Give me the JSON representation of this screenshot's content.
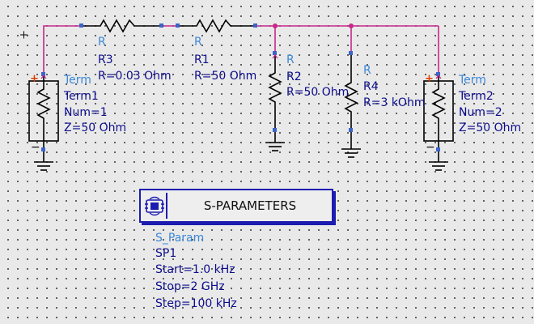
{
  "components": {
    "r3": {
      "type": "R",
      "name": "R3",
      "value": "R=0.03 Ohm"
    },
    "r1": {
      "type": "R",
      "name": "R1",
      "value": "R=50 Ohm"
    },
    "r2": {
      "type": "R",
      "name": "R2",
      "value": "R=50 Ohm"
    },
    "r4": {
      "type": "R",
      "name": "R4",
      "value": "R=3 kOhm"
    },
    "term1": {
      "type": "Term",
      "name": "Term1",
      "num": "Num=1",
      "z": "Z=50 Ohm"
    },
    "term2": {
      "type": "Term",
      "name": "Term2",
      "num": "Num=2",
      "z": "Z=50 Ohm"
    }
  },
  "sparam": {
    "title": "S-PARAMETERS",
    "type": "S_Param",
    "name": "SP1",
    "start": "Start=1.0 kHz",
    "stop": "Stop=2 GHz",
    "step": "Step=100 kHz"
  },
  "colors": {
    "wire": "#c8278a",
    "component": "#000000",
    "pin": "#3b64c8",
    "type_label": "#3b88d8",
    "param_label": "#0c0c8c",
    "box_border": "#1c1cb0"
  }
}
